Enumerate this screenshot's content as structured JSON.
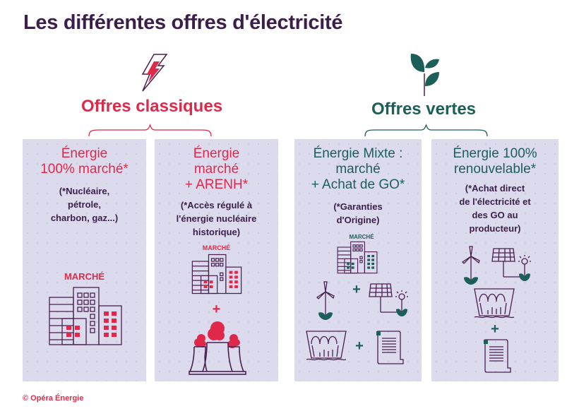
{
  "title": "Les différentes offres d'électricité",
  "groups": [
    {
      "label": "Offres classiques",
      "icon": "lightning-bolt-icon",
      "color": "#e0294a",
      "cards": [
        {
          "title": "Énergie\n100% marché*",
          "note": "(*Nucléaire,\npétrole,\ncharbon, gaz...)",
          "market_label": "MARCHÉ",
          "illustrations": [
            "market-buildings-icon"
          ]
        },
        {
          "title": "Énergie\nmarché\n+ ARENH*",
          "note": "(*Accès régulé à\nl'énergie nucléaire\nhistorique)",
          "market_label": "MARCHÉ",
          "plus": "+",
          "illustrations": [
            "market-buildings-icon",
            "nuclear-plant-icon"
          ]
        }
      ]
    },
    {
      "label": "Offres vertes",
      "icon": "plant-sprout-icon",
      "color": "#1c5f58",
      "cards": [
        {
          "title": "Énergie Mixte :\nmarché\n+ Achat de GO*",
          "note": "(*Garanties\nd'Origine)",
          "market_label": "MARCHÉ",
          "plus": "+",
          "illustrations": [
            "market-buildings-icon",
            "wind-turbine-icon",
            "solar-panel-icon",
            "hydro-dam-icon",
            "certificate-icon"
          ]
        },
        {
          "title": "Énergie 100%\nrenouvelable*",
          "note": "(*Achat direct\nde l'électricité et\ndes GO au\nproducteur)",
          "plus": "+",
          "illustrations": [
            "wind-turbine-icon",
            "solar-panel-icon",
            "hydro-dam-icon",
            "certificate-icon"
          ]
        }
      ]
    }
  ],
  "colors": {
    "title": "#3b1f4a",
    "red": "#e0294a",
    "green": "#1c5f58",
    "card_bg": "#dcdaed",
    "outline": "#4a1f4f"
  },
  "footer": "© Opéra Énergie"
}
